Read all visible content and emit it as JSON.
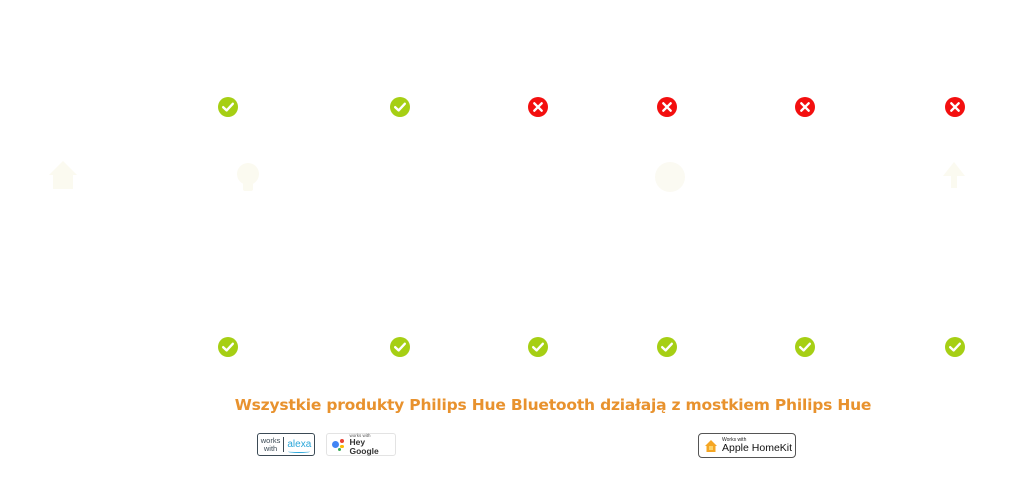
{
  "colors": {
    "check": "#a6cf14",
    "cross": "#f30f0f",
    "headline": "#e8922e",
    "ghost": "#fbfaf2"
  },
  "ghost_icons": [
    {
      "name": "bridge-icon"
    },
    {
      "name": "bulb-icon"
    },
    {
      "name": "app-icon"
    },
    {
      "name": "lamp-icon"
    }
  ],
  "comparison": {
    "row1": [
      "check",
      "check",
      "cross",
      "cross",
      "cross",
      "cross"
    ],
    "row2": [
      "check",
      "check",
      "check",
      "check",
      "check",
      "check"
    ]
  },
  "headline": "Wszystkie produkty Philips Hue Bluetooth działają z mostkiem Philips Hue",
  "badges": {
    "alexa": {
      "works": "works",
      "with": "with",
      "brand": "alexa"
    },
    "google": {
      "small": "works with",
      "big": "Hey Google"
    },
    "homekit": {
      "small": "Works with",
      "big": "Apple HomeKit"
    }
  }
}
